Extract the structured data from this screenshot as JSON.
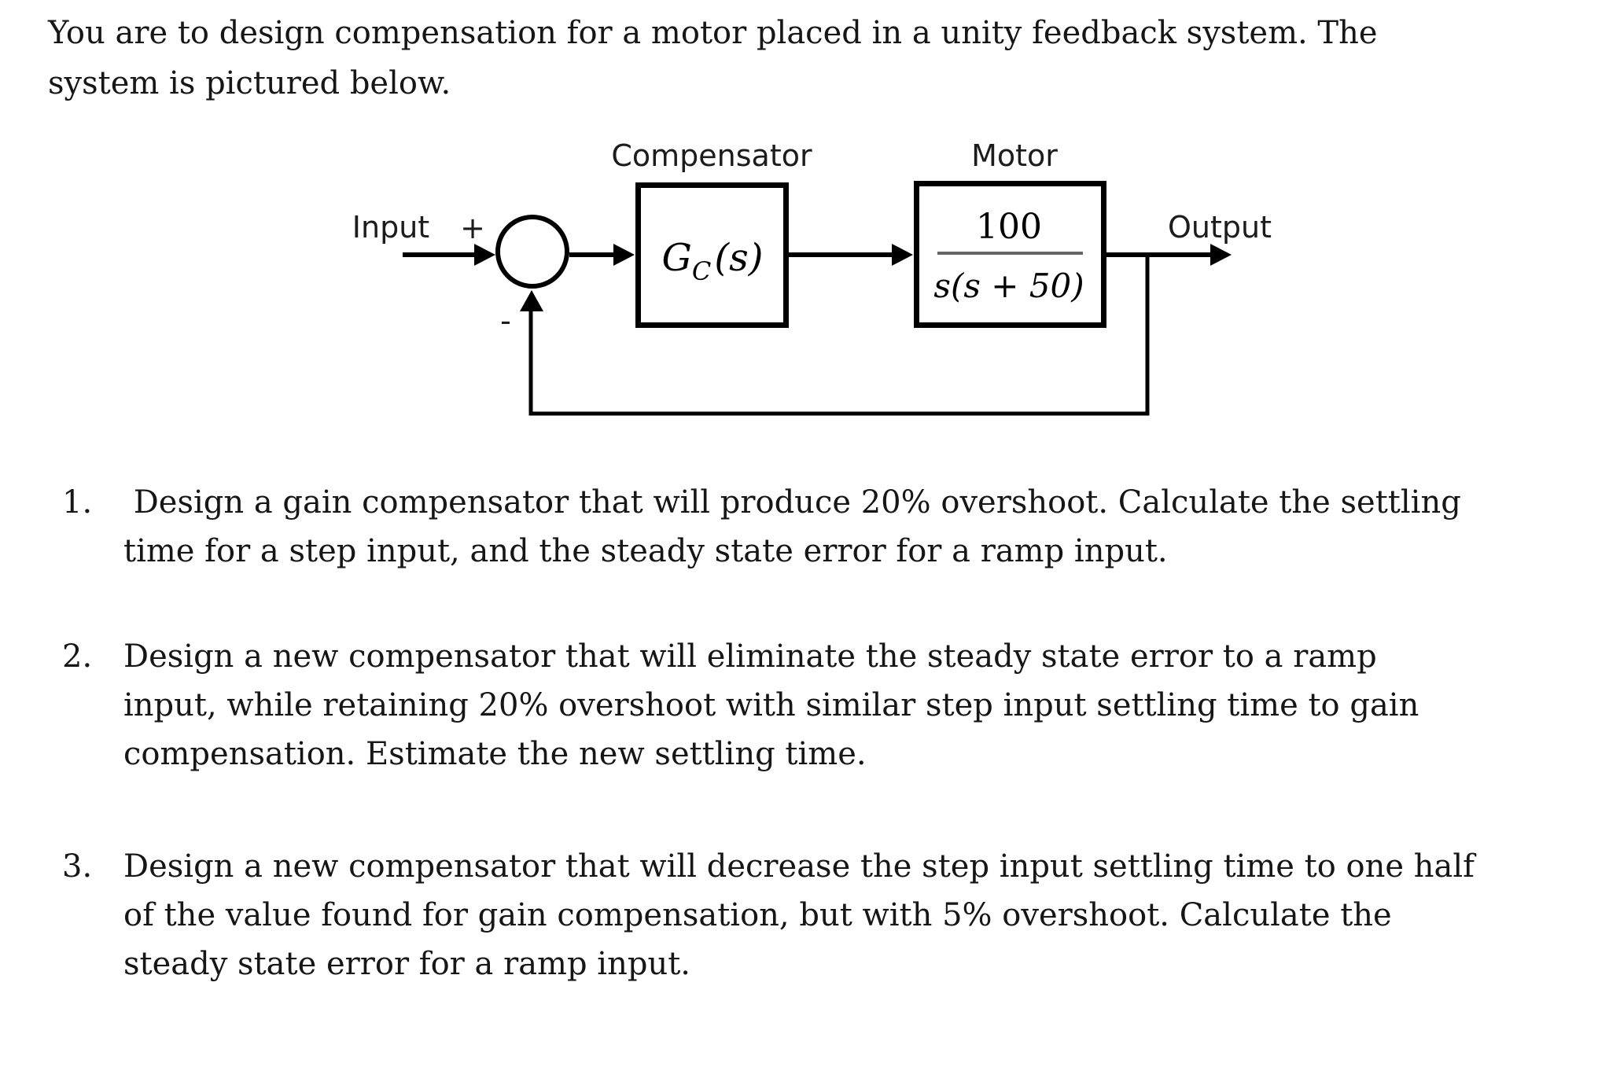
{
  "intro": {
    "lines": [
      "You are to design compensation for a motor placed in a unity feedback system. The",
      "system is pictured below."
    ]
  },
  "diagram": {
    "input_label": "Input",
    "plus_sign": "+",
    "minus_sign": "-",
    "output_label": "Output",
    "compensator_label": "Compensator",
    "motor_label": "Motor",
    "compensator_tf": {
      "symbol": "G",
      "subscript": "C",
      "arg": "(s)"
    },
    "motor_tf": {
      "numerator": "100",
      "denominator": "s(s + 50)"
    }
  },
  "tasks": [
    {
      "number": "1.",
      "lines": [
        " Design a gain compensator that will produce 20% overshoot. Calculate the settling",
        "time for a step input, and the steady state error for a ramp input."
      ]
    },
    {
      "number": "2.",
      "lines": [
        "Design a new compensator that will eliminate the steady state error to a ramp",
        "input, while retaining 20% overshoot with similar step input settling time to gain",
        "compensation. Estimate the new settling time."
      ]
    },
    {
      "number": "3.",
      "lines": [
        "Design a new compensator that will decrease the step input settling time to one half",
        "of the value found for gain compensation, but with 5% overshoot. Calculate the",
        "steady state error for a ramp input."
      ]
    }
  ],
  "colors": {
    "ink": "#161616",
    "diagram_line": "#000000",
    "fraction_bar": "#666666",
    "background": "#ffffff"
  }
}
